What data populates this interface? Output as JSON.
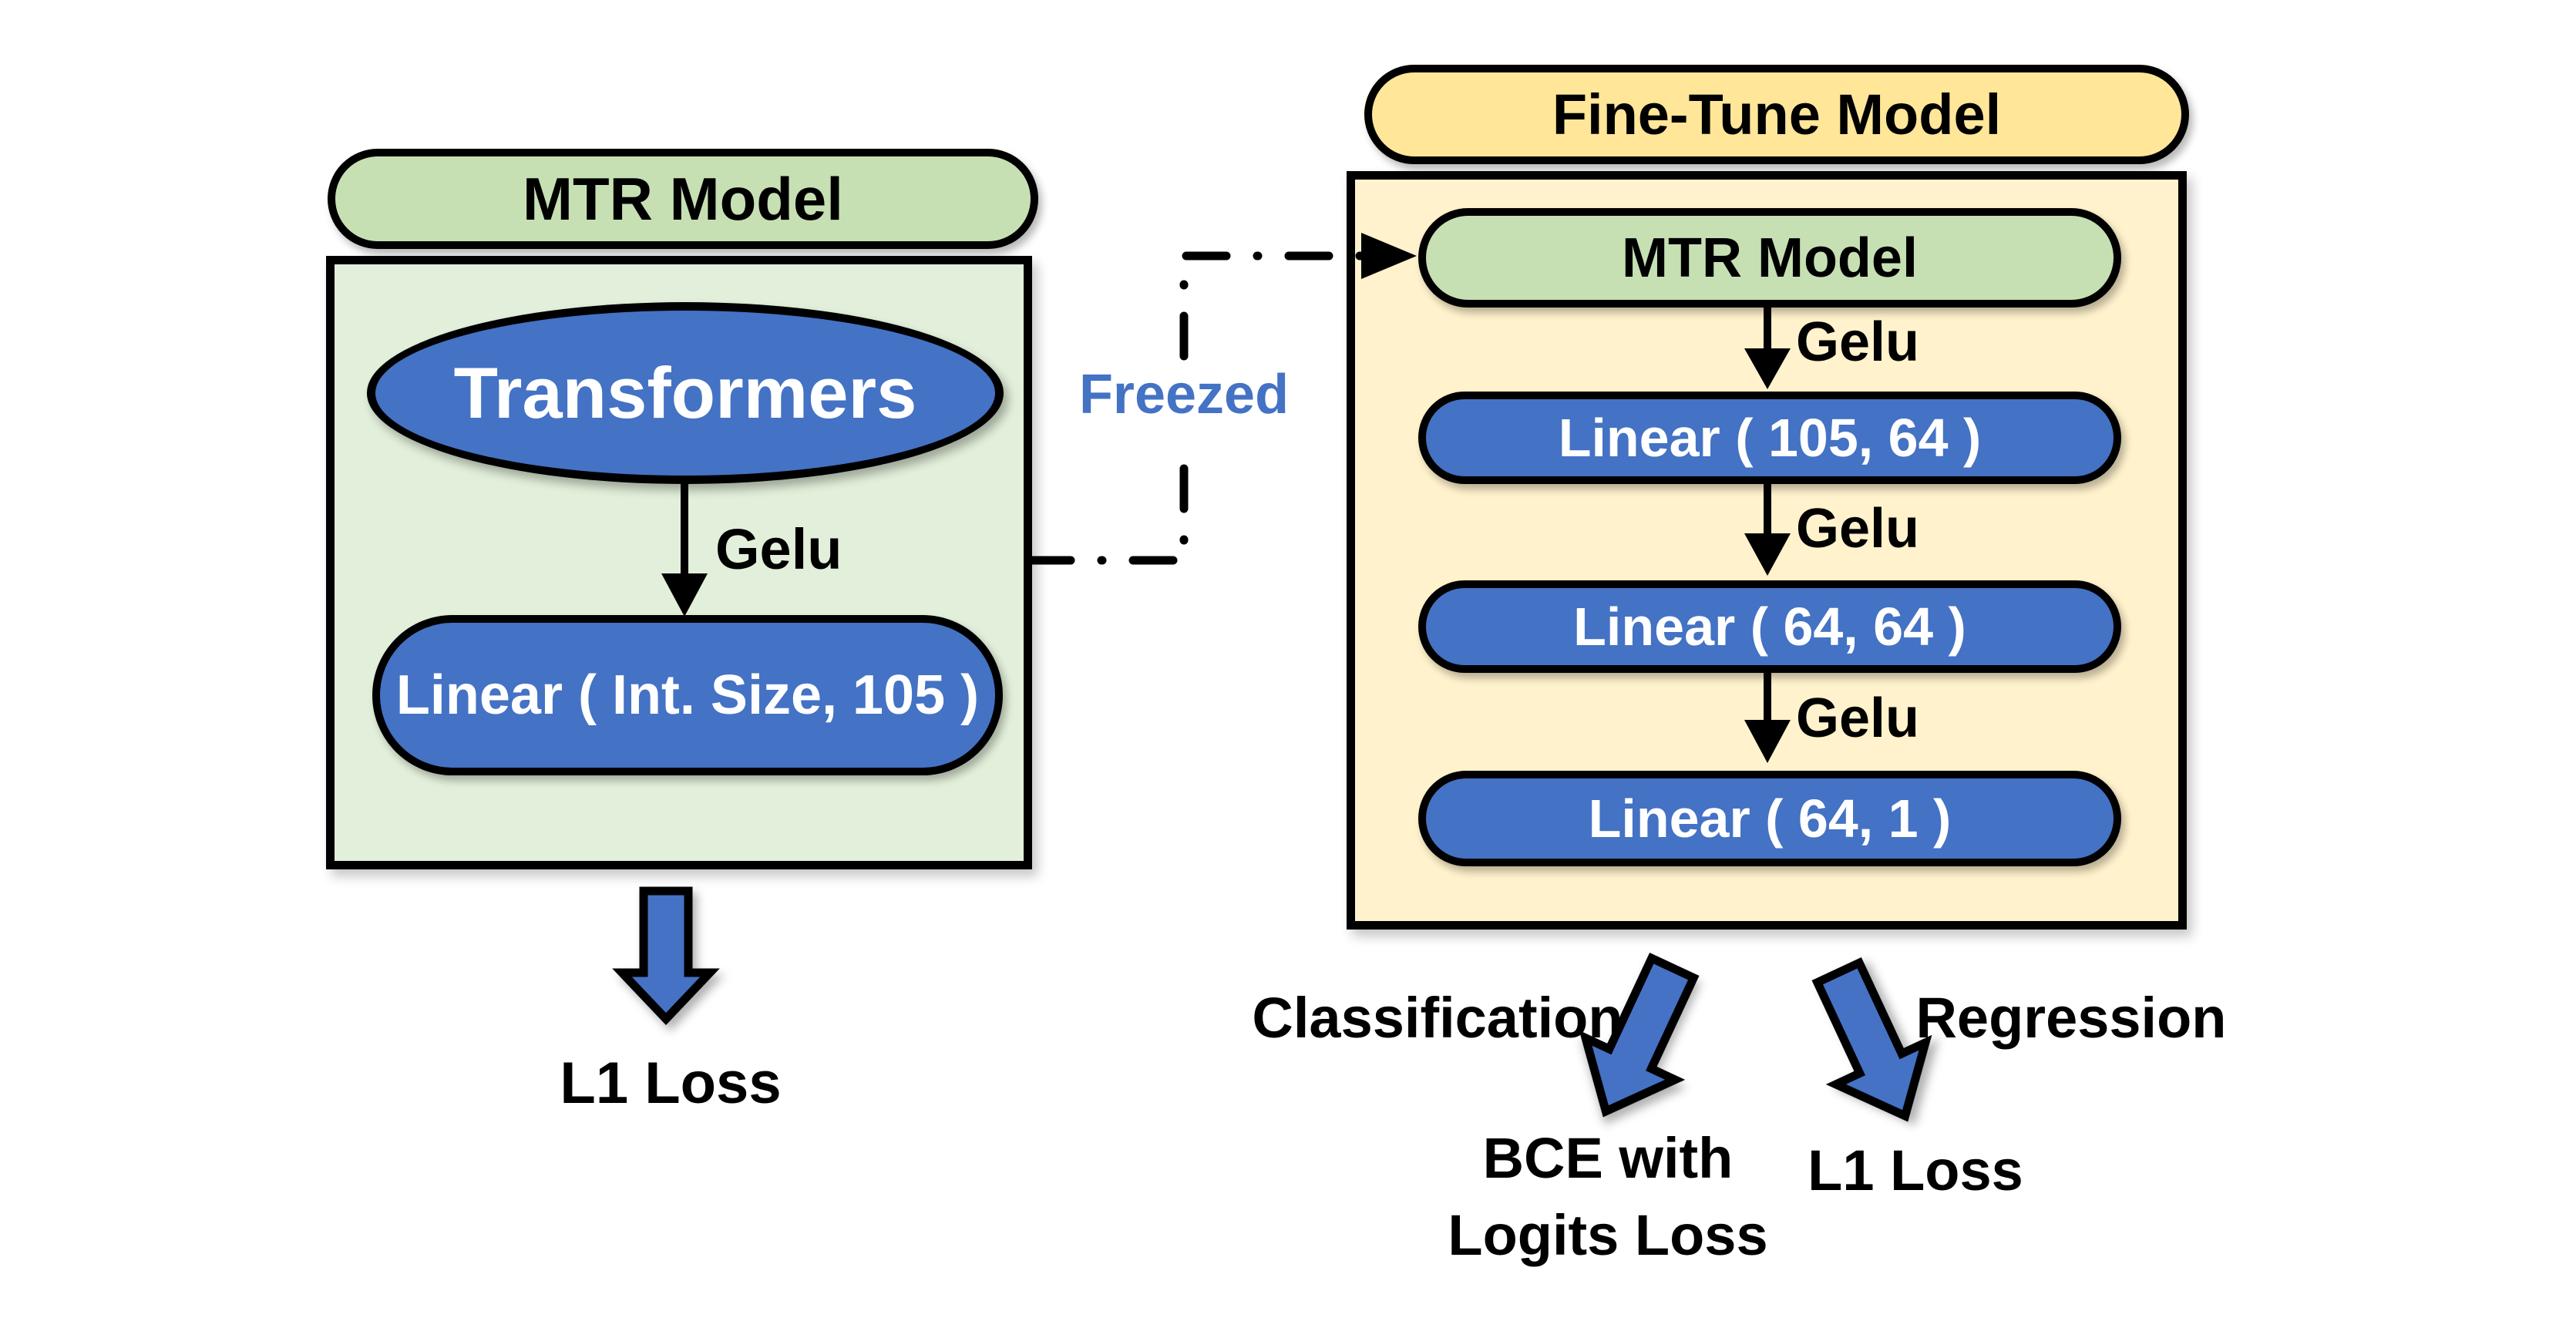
{
  "colors": {
    "pill_green": "#c6e0b4",
    "panel_green": "#e2efda",
    "pill_yellow": "#ffe699",
    "panel_yellow": "#fff2cc",
    "accent_blue": "#4472c4",
    "outline_black": "#000000"
  },
  "mtr_model": {
    "title": "MTR Model",
    "transformers_label": "Transformers",
    "gelu_label": "Gelu",
    "linear_label": "Linear ( Int. Size, 105 )",
    "loss_label": "L1 Loss"
  },
  "connector": {
    "freezed_label": "Freezed"
  },
  "fine_tune_model": {
    "title": "Fine-Tune Model",
    "mtr_label": "MTR Model",
    "layers": [
      {
        "gelu": "Gelu",
        "linear": "Linear ( 105, 64 )"
      },
      {
        "gelu": "Gelu",
        "linear": "Linear ( 64, 64 )"
      },
      {
        "gelu": "Gelu",
        "linear": "Linear ( 64, 1 )"
      }
    ]
  },
  "outputs": {
    "classification_label": "Classification",
    "regression_label": "Regression",
    "bce_loss_line1": "BCE with",
    "bce_loss_line2": "Logits Loss",
    "regression_loss_label": "L1 Loss"
  }
}
